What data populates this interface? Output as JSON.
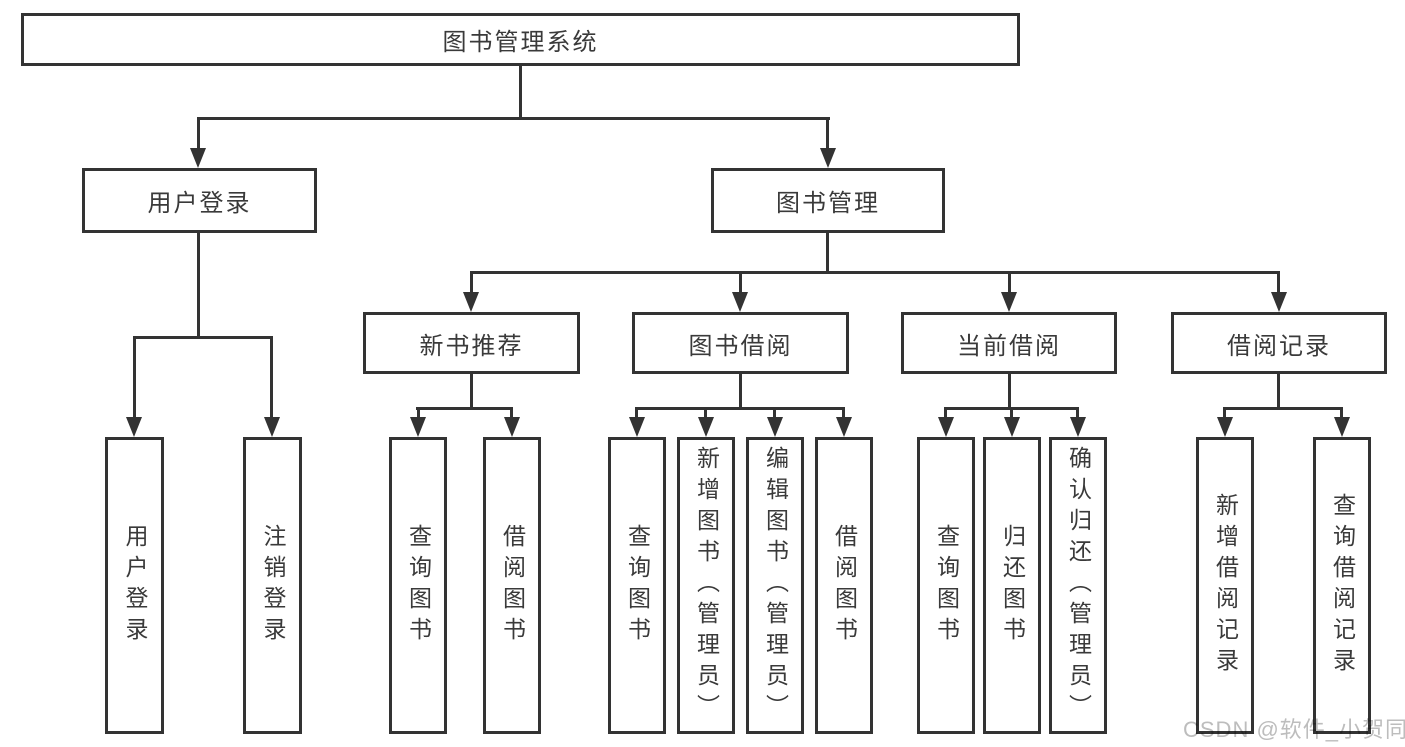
{
  "diagram": {
    "root": "图书管理系统",
    "level2": [
      "用户登录",
      "图书管理"
    ],
    "level3": [
      "新书推荐",
      "图书借阅",
      "当前借阅",
      "借阅记录"
    ],
    "login_children": [
      "用户登录",
      "注销登录"
    ],
    "newbook_children": [
      "查询图书",
      "借阅图书"
    ],
    "borrow_children": [
      "查询图书",
      "新增图书（管理员）",
      "编辑图书（管理员）",
      "借阅图书"
    ],
    "current_children": [
      "查询图书",
      "归还图书",
      "确认归还（管理员）"
    ],
    "record_children": [
      "新增借阅记录",
      "查询借阅记录"
    ]
  },
  "watermark": "CSDN @软件_小贺同学",
  "colors": {
    "line": "#333333",
    "text": "#3a3a3a",
    "watermark": "#bdbdbd",
    "background": "#ffffff"
  }
}
